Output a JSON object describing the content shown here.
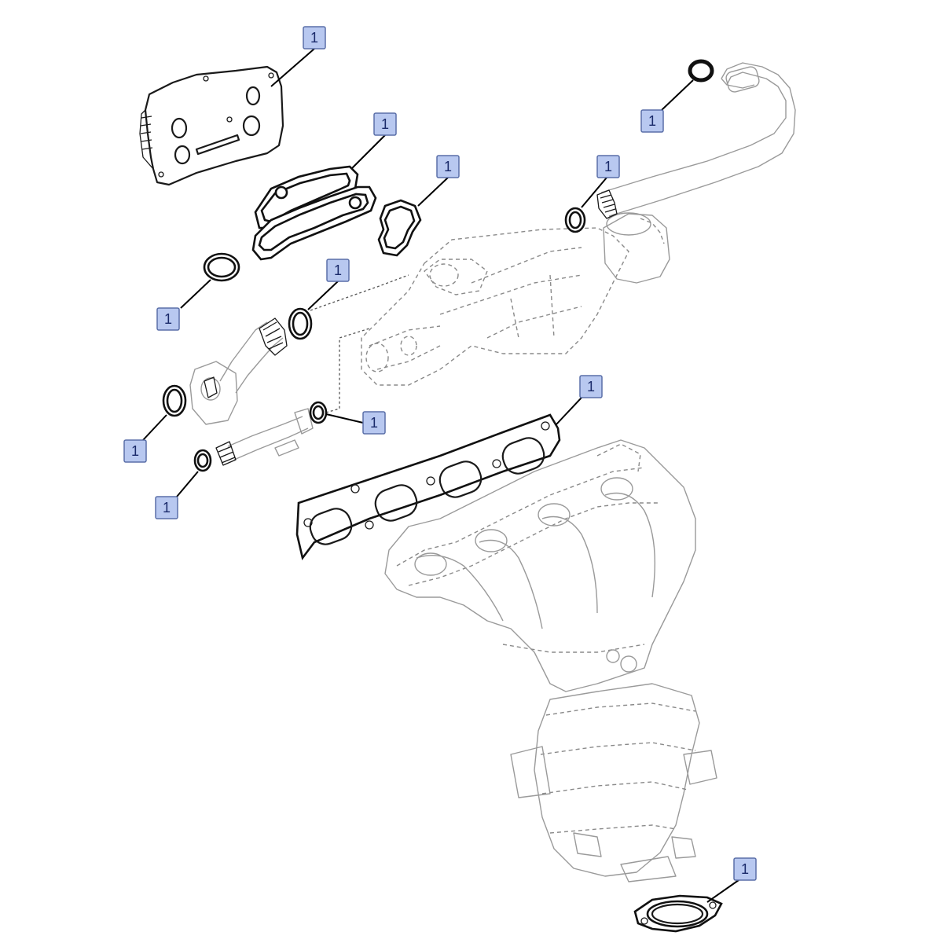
{
  "callouts": [
    {
      "id": "oil-cooler",
      "label": "1"
    },
    {
      "id": "cooler-gasket",
      "label": "1"
    },
    {
      "id": "filter-gasket",
      "label": "1"
    },
    {
      "id": "upper-seal",
      "label": "1"
    },
    {
      "id": "pipe-seal",
      "label": "1"
    },
    {
      "id": "left-ring",
      "label": "1"
    },
    {
      "id": "middle-ring",
      "label": "1"
    },
    {
      "id": "flange-ring",
      "label": "1"
    },
    {
      "id": "small-ring",
      "label": "1"
    },
    {
      "id": "lower-ring",
      "label": "1"
    },
    {
      "id": "manifold-gasket",
      "label": "1"
    },
    {
      "id": "cat-gasket",
      "label": "1"
    }
  ],
  "colors": {
    "callout_fill": "#b8c8f0",
    "callout_border": "#5a6fa8",
    "line": "#1a1a1a",
    "ghost": "#8a8a8a"
  }
}
